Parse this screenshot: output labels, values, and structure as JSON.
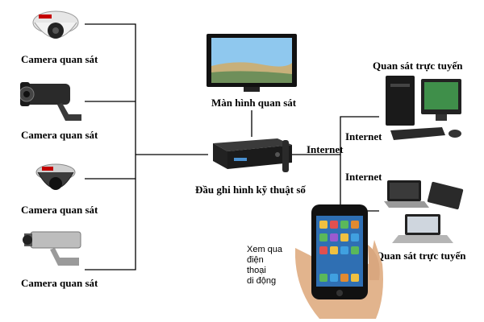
{
  "cameras": [
    {
      "label": "Camera quan sát",
      "icon": "dome-camera-icon"
    },
    {
      "label": "Camera quan sát",
      "icon": "bullet-camera-icon"
    },
    {
      "label": "Camera quan sát",
      "icon": "dome-camera-icon"
    },
    {
      "label": "Camera quan sát",
      "icon": "box-camera-icon"
    }
  ],
  "monitor": {
    "label": "Màn hình quan sát",
    "icon": "monitor-icon"
  },
  "dvr": {
    "label": "Đầu ghi hình kỹ thuật số",
    "icon": "dvr-icon"
  },
  "internet": {
    "main": "Internet",
    "upper": "Internet",
    "lower": "Internet"
  },
  "pc": {
    "label": "Quan sát trực tuyến",
    "icon": "desktop-pc-icon"
  },
  "laptops": {
    "label": "Quan sát trực tuyến",
    "icon": "laptop-icon"
  },
  "phone": {
    "lines": [
      "Xem qua",
      "điện",
      "thoại",
      "di động"
    ],
    "icon": "smartphone-icon"
  },
  "colors": {
    "wire": "#000000",
    "camera_body": "#d9d9d9",
    "dark_device": "#1e1e1e",
    "screen_sky": "#8fc8ee",
    "screen_sand": "#c8b07a"
  }
}
